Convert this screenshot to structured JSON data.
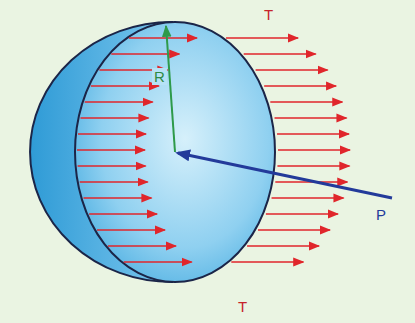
{
  "diagram": {
    "labels": [
      "T",
      "R",
      "P",
      "T"
    ]
  }
}
